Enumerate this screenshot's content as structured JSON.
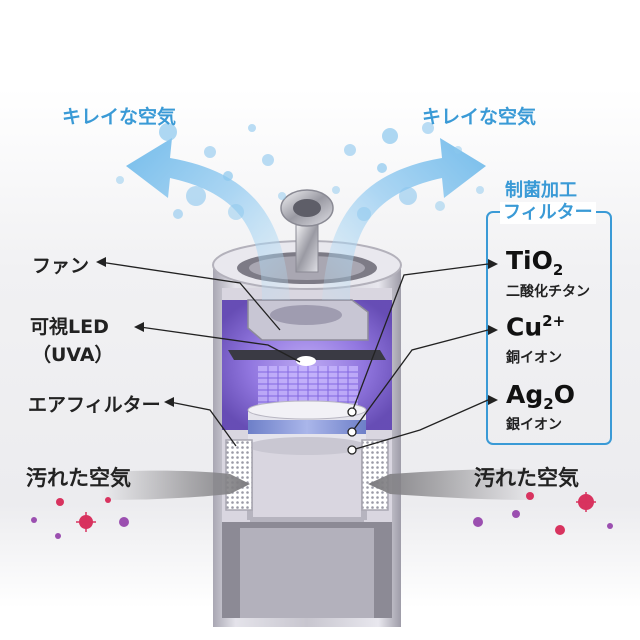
{
  "clean_air_left": "キレイな空気",
  "clean_air_right": "キレイな空気",
  "labels": {
    "fan": "ファン",
    "led_line1": "可視LED",
    "led_line2": "（UVA）",
    "air_filter": "エアフィルター"
  },
  "dirty_air_left": "汚れた空気",
  "dirty_air_right": "汚れた空気",
  "filter_box": {
    "title_line1": "制菌加工",
    "title_line2": "フィルター",
    "items": [
      {
        "formula_main": "TiO",
        "formula_script": "2",
        "name": "二酸化チタン"
      },
      {
        "formula_main": "Cu",
        "formula_script": "2+",
        "name": "銅イオン"
      },
      {
        "formula_main": "Ag",
        "formula_script": "2",
        "formula_tail": "O",
        "name": "銀イオン"
      }
    ]
  },
  "colors": {
    "clean_blue": "#3a9ad6",
    "purple_glow": "#8a6de0",
    "germ_red": "#d8335f",
    "germ_purple": "#9b4fb0",
    "dirty_gray": "#8b8a8d"
  }
}
